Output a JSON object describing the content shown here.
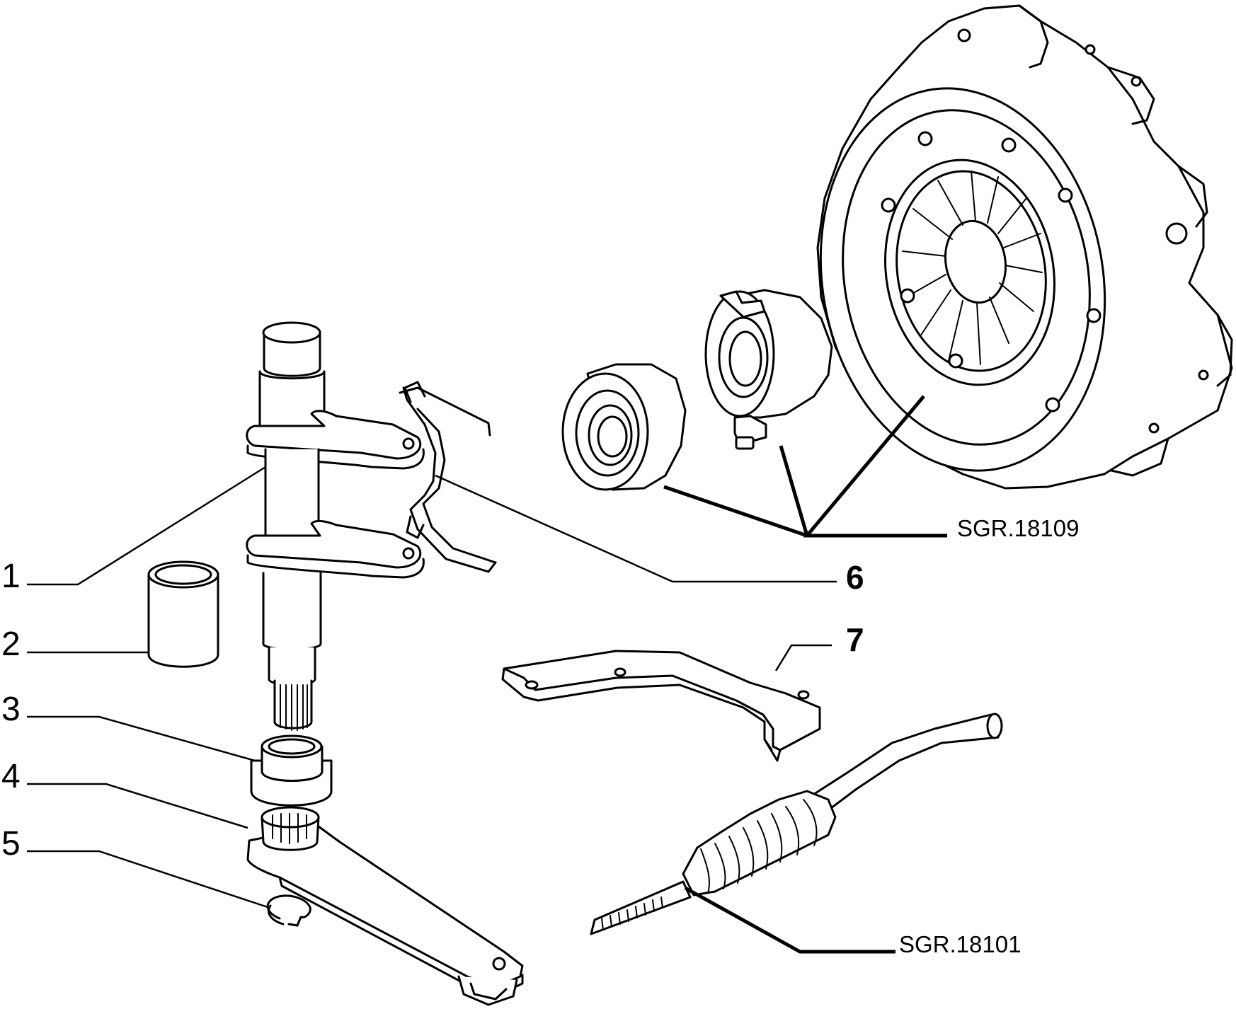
{
  "callouts": [
    {
      "number": "1"
    },
    {
      "number": "2"
    },
    {
      "number": "3"
    },
    {
      "number": "4"
    },
    {
      "number": "5"
    },
    {
      "number": "6"
    },
    {
      "number": "7"
    }
  ],
  "references": [
    {
      "code": "SGR.18109"
    },
    {
      "code": "SGR.18101"
    }
  ]
}
